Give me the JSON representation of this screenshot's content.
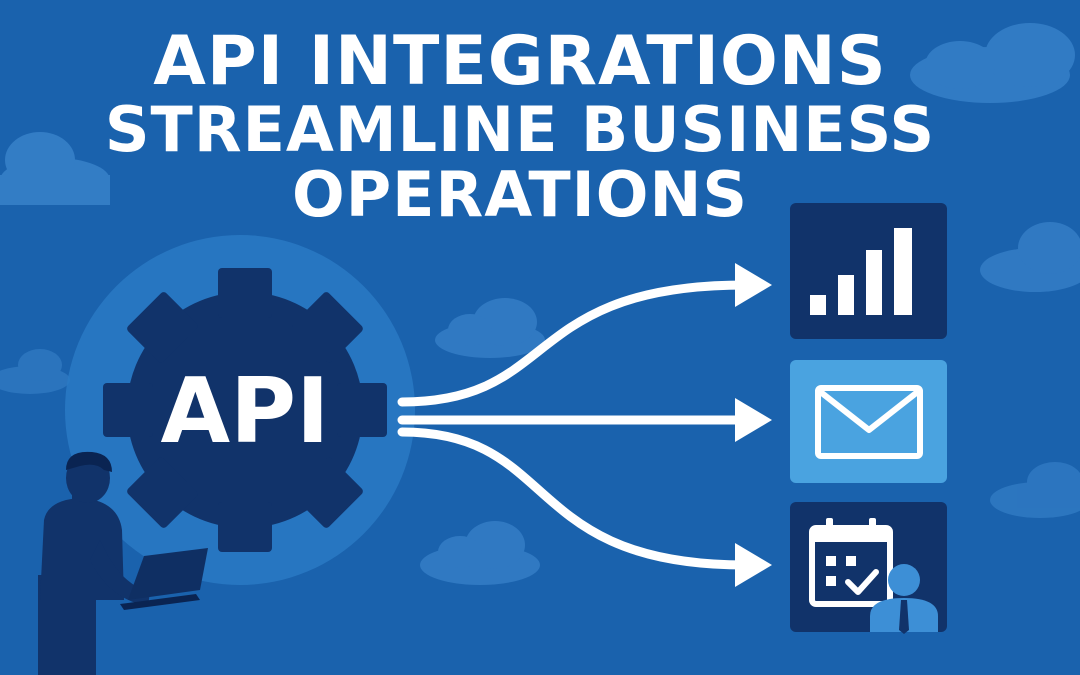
{
  "headline": {
    "line1": "API INTEGRATIONS",
    "line2": "STREAMLINE BUSINESS",
    "line3": "OPERATIONS"
  },
  "hub": {
    "label": "API"
  },
  "colors": {
    "background": "#1a62ad",
    "halo": "#2a7ac4",
    "navy": "#11336a",
    "cloud": "#3c86ce",
    "arrow": "#ffffff",
    "accent_tile": "#4aa3e0",
    "person_icon": "#3d8fd6"
  },
  "tiles": [
    {
      "icon": "bar-chart-icon"
    },
    {
      "icon": "envelope-icon"
    },
    {
      "icon": "calendar-icon"
    }
  ]
}
